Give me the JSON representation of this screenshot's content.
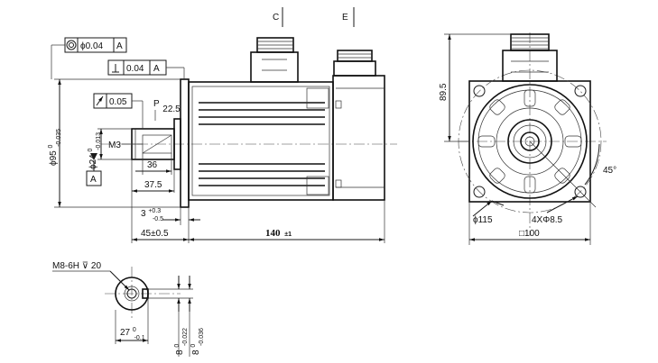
{
  "views": {
    "section_markers": {
      "c": "C",
      "e": "E"
    },
    "front": {
      "flange_diameter": "ϕ95",
      "flange_diameter_tol_upper": "0",
      "flange_diameter_tol_lower": "-0.035",
      "shaft_diameter": "ϕ24",
      "shaft_diameter_tol_upper": "0",
      "shaft_diameter_tol_lower": "-0.013",
      "thread": "M3",
      "key_length": "36",
      "shaft_length": "37.5",
      "spigot": "3",
      "spigot_tol_upper": "+0.3",
      "spigot_tol_lower": "-0.5",
      "shaft_extension": "45±0.5",
      "body_length": "140",
      "body_length_tol": "±1",
      "chamfer": "22.5",
      "chamfer_prefix": "P",
      "datum": "A",
      "tolerance_frames": [
        {
          "symbol": "◎",
          "value": "ϕ0.04",
          "datum": "A"
        },
        {
          "symbol": "⊥",
          "value": "0.04",
          "datum": "A"
        },
        {
          "symbol": "↗",
          "value": "0.05",
          "datum": ""
        }
      ]
    },
    "end": {
      "height": "89.5",
      "angle": "45°",
      "pcd": "ϕ115",
      "holes": "4XΦ8.5",
      "square": "□100"
    },
    "shaft_section": {
      "thread_callout": "M8-6H",
      "thread_depth_symbol": "⊽",
      "thread_depth": "20",
      "key_height": "27",
      "key_height_tol_upper": "0",
      "key_height_tol_lower": "-0.1",
      "key_width_1": "8",
      "key_width_1_tol_upper": "0",
      "key_width_1_tol_lower": "-0.022",
      "key_width_2": "8",
      "key_width_2_tol_upper": "0",
      "key_width_2_tol_lower": "-0.036"
    }
  }
}
